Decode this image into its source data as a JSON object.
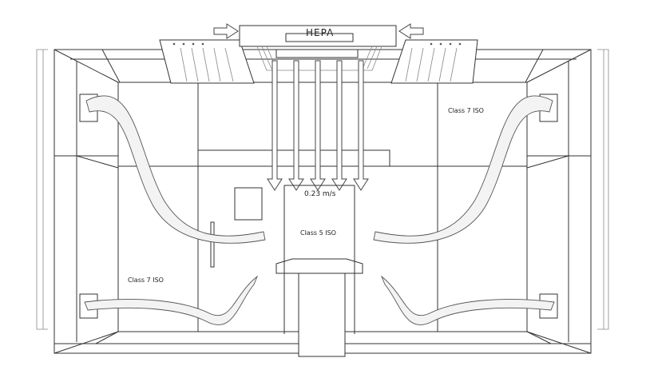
{
  "diagram": {
    "labels": {
      "hepa": "HEPA",
      "velocity": "0.23 m/s",
      "zone_center": "Class 5 ISO",
      "zone_left": "Class 7 ISO",
      "zone_right": "Class 7 ISO"
    },
    "colors": {
      "line": "#333333",
      "flow_fill": "#f3f3f3",
      "background": "#ffffff"
    }
  }
}
